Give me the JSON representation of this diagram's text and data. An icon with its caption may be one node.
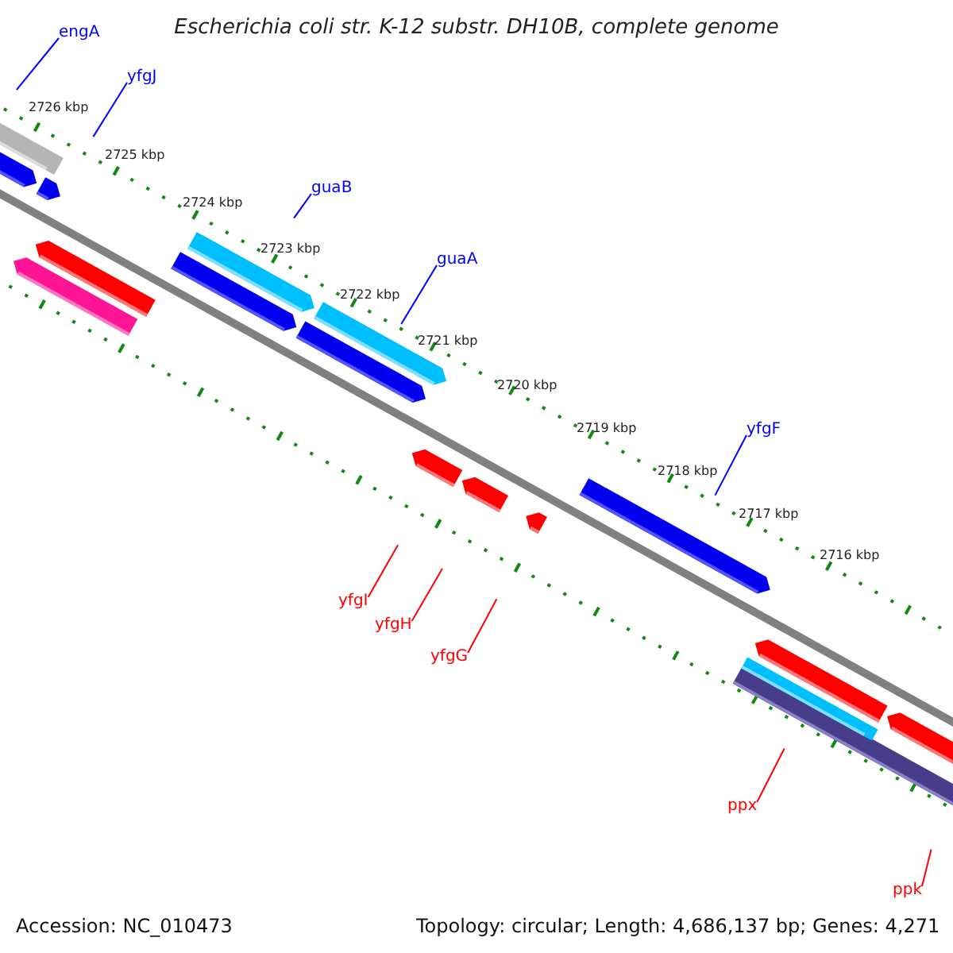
{
  "diagram": {
    "title": "Escherichia coli str. K-12 substr. DH10B, complete genome",
    "nodes": [
      {
        "text": [
          "engA"
        ]
      },
      {
        "text": [
          "yfgJ"
        ]
      },
      {
        "text": [
          "guaB"
        ]
      },
      {
        "text": [
          "guaA"
        ]
      },
      {
        "text": [
          "yfgF"
        ]
      },
      {
        "text": [
          "yfgI"
        ]
      },
      {
        "text": [
          "yfgH"
        ]
      },
      {
        "text": [
          "yfgG"
        ]
      },
      {
        "text": [
          "ppx"
        ]
      },
      {
        "text": [
          "ppk"
        ]
      }
    ],
    "edges": [
      {
        "from": 0,
        "to": null,
        "arrow": "none"
      },
      {
        "from": 1,
        "to": null,
        "arrow": "none"
      },
      {
        "from": 2,
        "to": null,
        "arrow": "none"
      },
      {
        "from": 3,
        "to": null,
        "arrow": "none"
      },
      {
        "from": 4,
        "to": null,
        "arrow": "none"
      },
      {
        "from": 5,
        "to": null,
        "arrow": "none",
        "color": "#ff0000"
      },
      {
        "from": 6,
        "to": null,
        "arrow": "none",
        "color": "#ff0000"
      },
      {
        "from": 7,
        "to": null,
        "arrow": "none",
        "color": "#ff0000"
      },
      {
        "from": 8,
        "to": null,
        "arrow": "none",
        "color": "#ff0000"
      },
      {
        "from": 9,
        "to": null,
        "arrow": "none",
        "color": "#ff0000"
      }
    ],
    "labels": [
      "2726 kbp",
      "2725 kbp",
      "2724 kbp",
      "2723 kbp",
      "2722 kbp",
      "2721 kbp",
      "2720 kbp",
      "2719 kbp",
      "2718 kbp",
      "2717 kbp",
      "2716 kbp",
      "Accession: NC_010473",
      "Topology: circular; Length: 4,686,137 bp; Genes: 4,271"
    ]
  }
}
